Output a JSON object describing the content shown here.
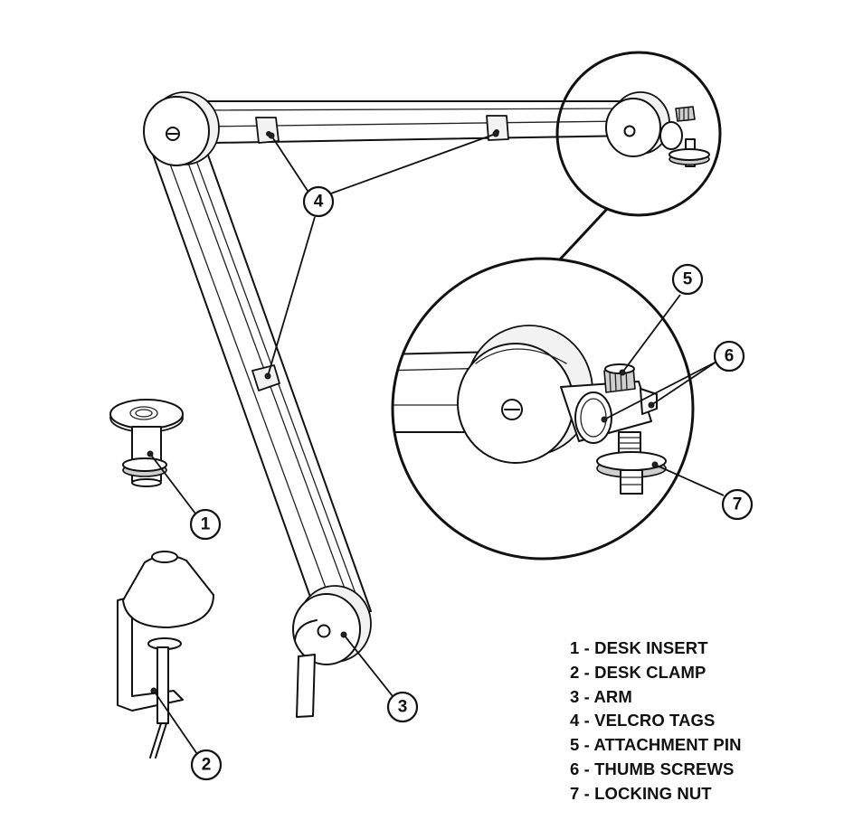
{
  "callouts": [
    {
      "number": "1"
    },
    {
      "number": "2"
    },
    {
      "number": "3"
    },
    {
      "number": "4"
    },
    {
      "number": "5"
    },
    {
      "number": "6"
    },
    {
      "number": "7"
    }
  ],
  "legend": [
    {
      "text": "1 - DESK INSERT"
    },
    {
      "text": "2 - DESK CLAMP"
    },
    {
      "text": "3 - ARM"
    },
    {
      "text": "4 - VELCRO TAGS"
    },
    {
      "text": "5 - ATTACHMENT PIN"
    },
    {
      "text": "6 - THUMB SCREWS"
    },
    {
      "text": "7 - LOCKING NUT"
    }
  ]
}
